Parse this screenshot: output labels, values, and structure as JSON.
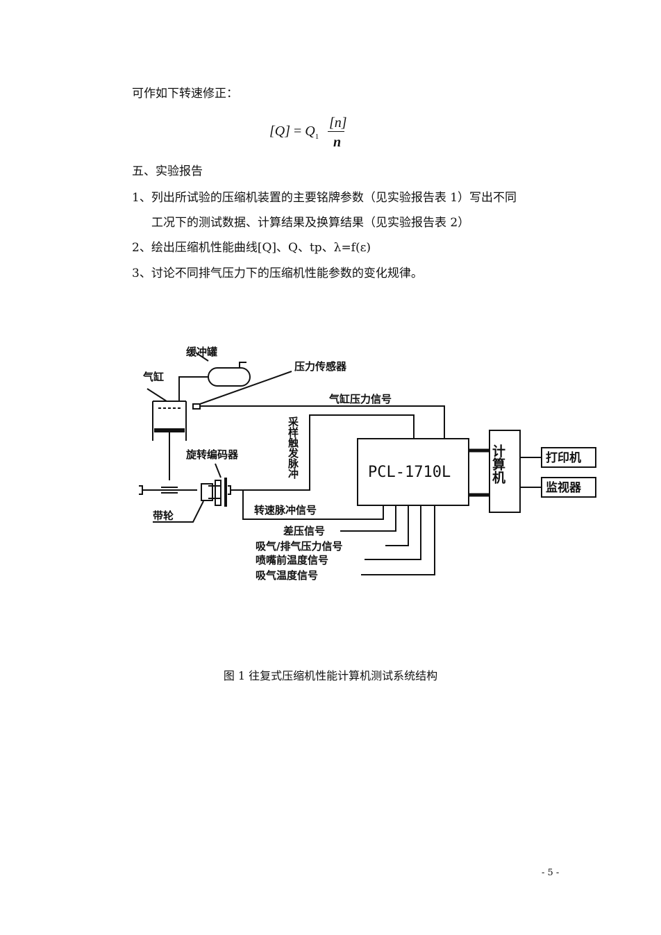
{
  "intro": "可作如下转速修正：",
  "formula": {
    "lhs": "[Q]",
    "eq": "=",
    "q": "Q",
    "q_sub": "1",
    "num": "[n]",
    "den": "n"
  },
  "section_title": "五、实验报告",
  "items": [
    "1、列出所试验的压缩机装置的主要铭牌参数（见实验报告表 1）写出不同",
    "工况下的测试数据、计算结果及换算结果（见实验报告表 2）",
    "2、绘出压缩机性能曲线[Q]、Q、tp、λ=f(ε)",
    "3、讨论不同排气压力下的压缩机性能参数的变化规律。"
  ],
  "diagram": {
    "buffer_tank": "缓冲罐",
    "cylinder": "气缸",
    "pressure_sensor": "压力传感器",
    "cylinder_pressure_signal": "气缸压力信号",
    "sampling_trigger_pulse": "采样触发脉冲",
    "rotary_encoder": "旋转编码器",
    "pulley": "带轮",
    "speed_pulse_signal": "转速脉冲信号",
    "daq_card": "PCL-1710L",
    "computer": "计算机",
    "printer": "打印机",
    "monitor": "监视器",
    "diff_pressure_signal": "差压信号",
    "suction_discharge_pressure_signal": "吸气/排气压力信号",
    "nozzle_temp_signal": "喷嘴前温度信号",
    "suction_temp_signal": "吸气温度信号"
  },
  "caption": "图 1  往复式压缩机性能计算机测试系统结构",
  "page_number": "- 5 -"
}
